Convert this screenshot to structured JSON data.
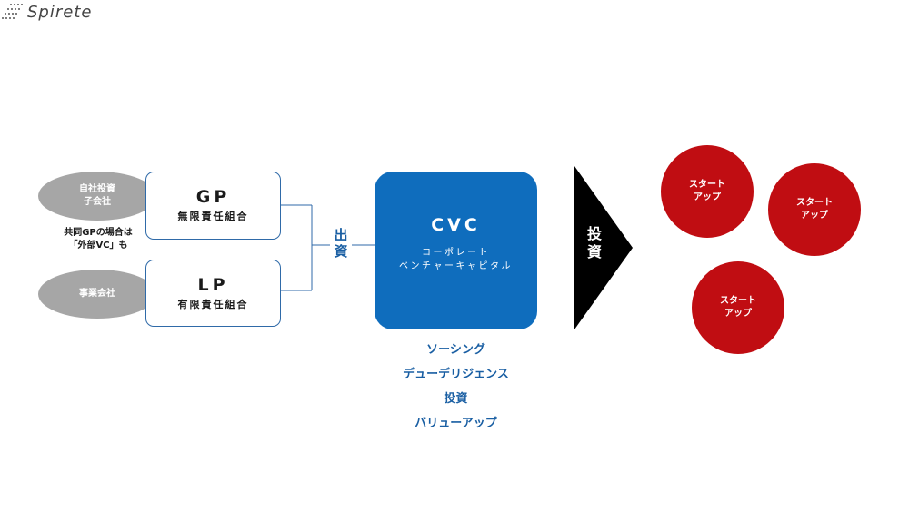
{
  "logo": {
    "text": "Spirete"
  },
  "investors": {
    "self_invest": {
      "line1": "自社投資",
      "line2": "子会社"
    },
    "business": {
      "label": "事業会社"
    },
    "note": {
      "line1": "共同GPの場合は",
      "line2": "「外部VC」も"
    }
  },
  "gp_box": {
    "title": "GP",
    "subtitle": "無限責任組合"
  },
  "lp_box": {
    "title": "LP",
    "subtitle": "有限責任組合"
  },
  "contribution": {
    "char1": "出",
    "char2": "資"
  },
  "cvc": {
    "title": "CVC",
    "line1": "コーポレート",
    "line2": "ベンチャーキャピタル"
  },
  "functions": [
    "ソーシング",
    "デューデリジェンス",
    "投資",
    "バリューアップ"
  ],
  "investment": {
    "char1": "投",
    "char2": "資"
  },
  "startups": [
    {
      "line1": "スタート",
      "line2": "アップ"
    },
    {
      "line1": "スタート",
      "line2": "アップ"
    },
    {
      "line1": "スタート",
      "line2": "アップ"
    }
  ],
  "colors": {
    "cvc_blue": "#0f6dbd",
    "label_blue": "#1a5fa3",
    "box_border": "#2f6aa8",
    "startup_red": "#c00d12",
    "investor_gray": "#a6a6a6"
  }
}
